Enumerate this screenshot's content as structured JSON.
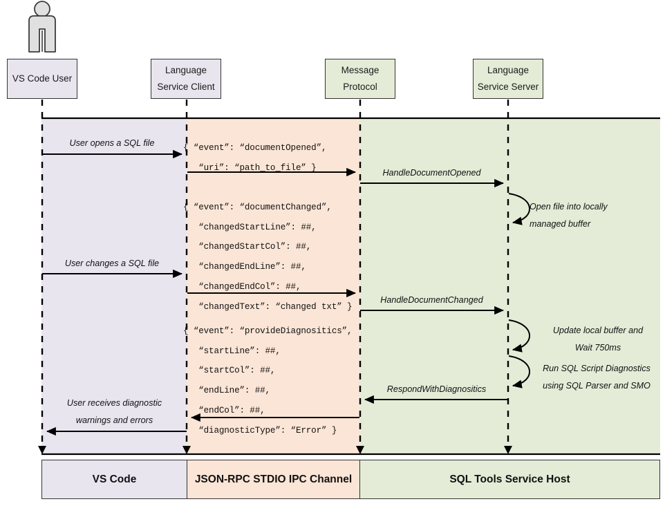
{
  "diagram": {
    "title": "SQL Tools Service language service sequence diagram",
    "colors": {
      "lavender": "#e8e5ef",
      "peach": "#fbe5d6",
      "green": "#e4ecd7",
      "stroke": "#333333",
      "line": "#000000"
    },
    "actor": {
      "name": "vs-code-user-actor"
    },
    "participants": [
      {
        "id": "vs-code-user",
        "line1": "VS Code User",
        "line2": "",
        "tone": "lav"
      },
      {
        "id": "language-service-client",
        "line1": "Language",
        "line2": "Service Client",
        "tone": "lav"
      },
      {
        "id": "message-protocol",
        "line1": "Message",
        "line2": "Protocol",
        "tone": "grn"
      },
      {
        "id": "language-service-server",
        "line1": "Language",
        "line2": "Service Server",
        "tone": "grn"
      }
    ],
    "bands": [
      {
        "id": "vs-code",
        "label": "VS Code",
        "tone": "lav"
      },
      {
        "id": "json-rpc-stdio-ipc-channel",
        "label": "JSON-RPC STDIO IPC Channel",
        "tone": "peach"
      },
      {
        "id": "sql-tools-service-host",
        "label": "SQL Tools Service Host",
        "tone": "grn"
      }
    ],
    "messages": [
      {
        "id": "user-opens-sql-file",
        "label": "User opens a SQL file"
      },
      {
        "id": "handle-document-opened",
        "label": "HandleDocumentOpened"
      },
      {
        "id": "user-changes-sql-file",
        "label": "User changes a SQL file"
      },
      {
        "id": "handle-document-changed",
        "label": "HandleDocumentChanged"
      },
      {
        "id": "respond-with-diagnositics",
        "label": "RespondWithDiagnositics"
      },
      {
        "id": "user-receives-diagnostics",
        "line1": "User receives diagnostic",
        "line2": "warnings and errors"
      }
    ],
    "notes": [
      {
        "id": "open-file-into-buffer",
        "line1": "Open file into locally",
        "line2": "managed buffer"
      },
      {
        "id": "update-local-buffer",
        "line1": "Update local buffer and",
        "line2": "Wait 750ms"
      },
      {
        "id": "run-sql-script-diagnostics",
        "line1": "Run SQL Script Diagnostics",
        "line2": "using SQL Parser and SMO"
      }
    ],
    "payloads": [
      {
        "id": "document-opened-payload",
        "text": "{ “event”: “documentOpened”,\n   “uri”: “path_to_file” }"
      },
      {
        "id": "document-changed-payload",
        "text": "{ “event”: “documentChanged”,\n   “changedStartLine”: ##,\n   “changedStartCol”: ##,\n   “changedEndLine”: ##,\n   “changedEndCol”: ##,\n   “changedText”: “changed txt” }"
      },
      {
        "id": "provide-diagnositics-payload",
        "text": "{ “event”: “provideDiagnositics”,\n   “startLine”: ##,\n   “startCol”: ##,\n   “endLine”: ##,\n   “endCol”: ##,\n   “diagnosticType”: “Error” }"
      }
    ]
  }
}
